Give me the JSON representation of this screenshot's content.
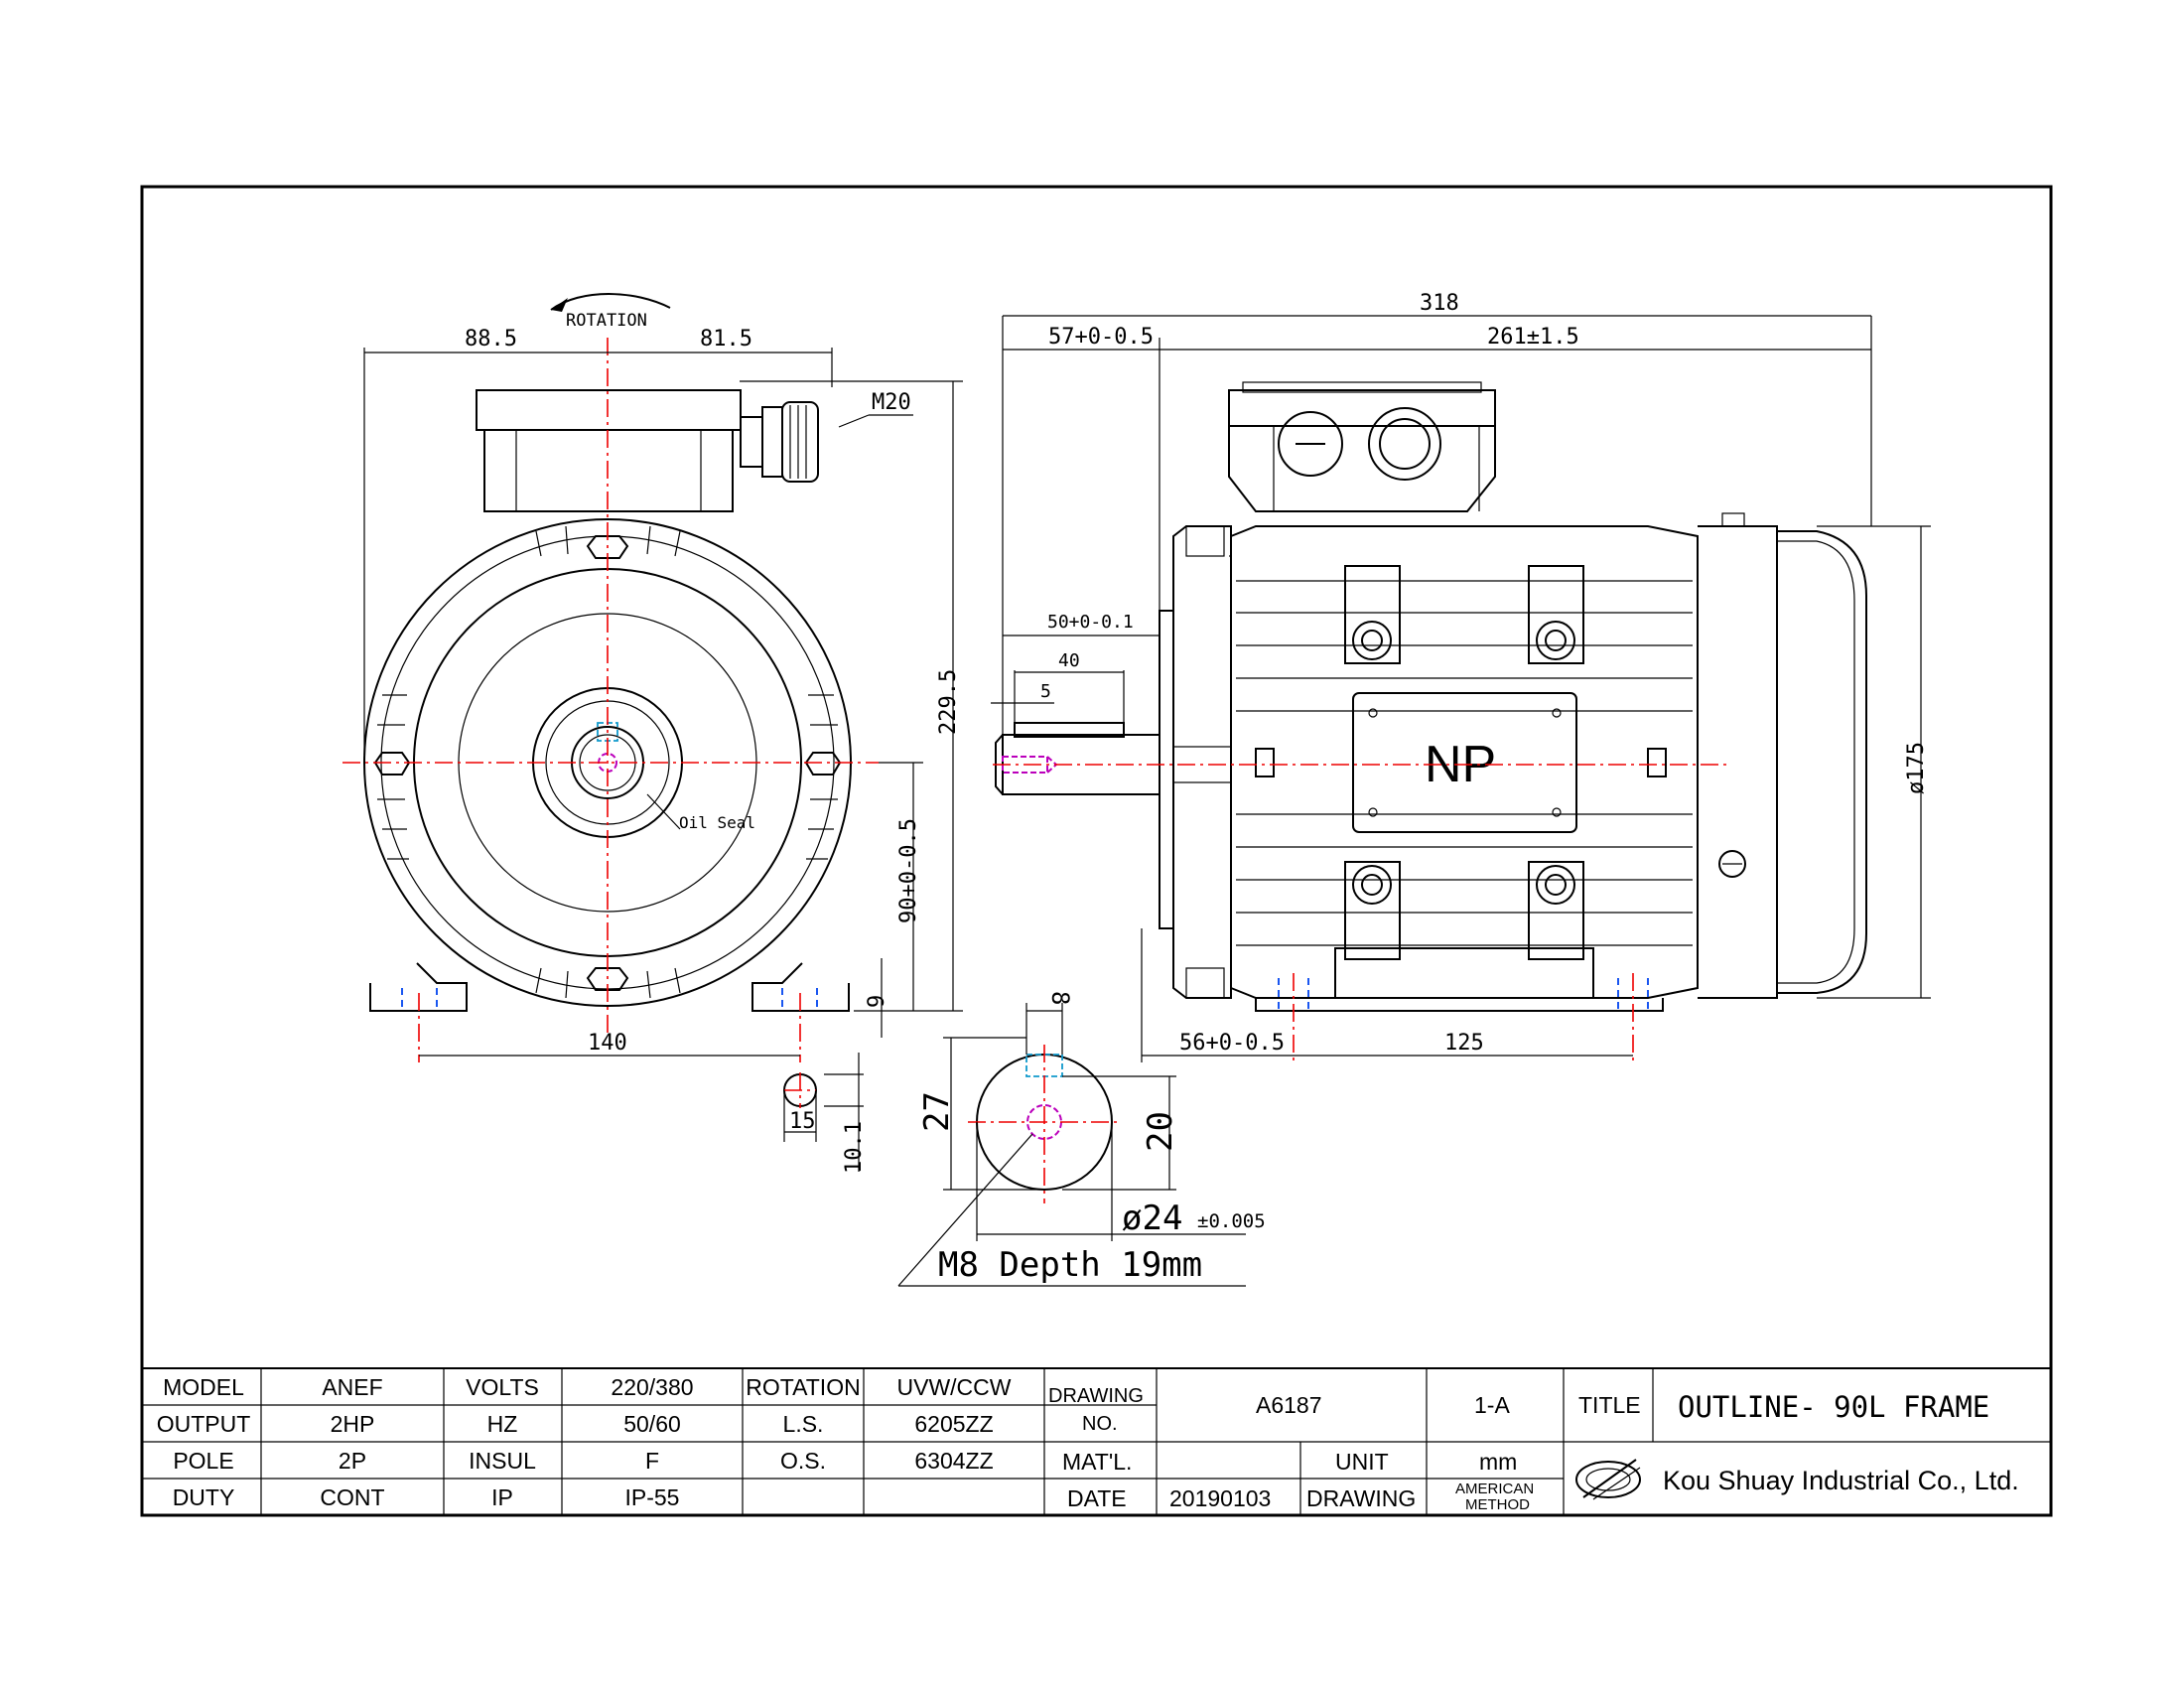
{
  "drawing": {
    "rotation_label": "ROTATION",
    "oil_seal_label": "Oil Seal",
    "cable_gland_label": "M20",
    "nameplate_label": "NP",
    "tapped_hole_label": "M8 Depth 19mm",
    "dims_front": {
      "left_half": "88.5",
      "right_half": "81.5",
      "overall_height": "229.5",
      "shaft_height": "90+0-0.5",
      "foot_thickness": "9",
      "foot_spacing": "140",
      "slot_width": "15",
      "slot_length": "10.1"
    },
    "dims_side": {
      "overall_length": "318",
      "shaft_ext": "57+0-0.5",
      "body_length": "261±1.5",
      "key_length": "40",
      "key_offset": "5",
      "shaft_length": "50+0-0.1",
      "frame_diameter": "ø175",
      "foot_to_flange": "56+0-0.5",
      "foot_hole_spacing": "125"
    },
    "dims_shaft": {
      "key_width": "8",
      "key_height": "27",
      "shaft_dia": "ø24",
      "shaft_tol": "±0.005",
      "key_depth": "20"
    }
  },
  "title_block": {
    "rows": [
      [
        "MODEL",
        "ANEF",
        "VOLTS",
        "220/380",
        "ROTATION",
        "UVW/CCW"
      ],
      [
        "OUTPUT",
        "2HP",
        "HZ",
        "50/60",
        "L.S.",
        "6205ZZ"
      ],
      [
        "POLE",
        "2P",
        "INSUL",
        "F",
        "O.S.",
        "6304ZZ"
      ],
      [
        "DUTY",
        "CONT",
        "IP",
        "IP-55",
        "",
        ""
      ]
    ],
    "drawing_no_label": "DRAWING NO.",
    "drawing_no_value": "A6187",
    "revision": "1-A",
    "title_label": "TITLE",
    "title_value": "OUTLINE- 90L FRAME",
    "material_label": "MAT'L.",
    "material_value": "",
    "unit_label": "UNIT",
    "unit_value": "mm",
    "date_label": "DATE",
    "date_value": "20190103",
    "drawing_label": "DRAWING",
    "drawing_method": "AMERICAN METHOD",
    "company": "Kou Shuay Industrial Co., Ltd."
  }
}
